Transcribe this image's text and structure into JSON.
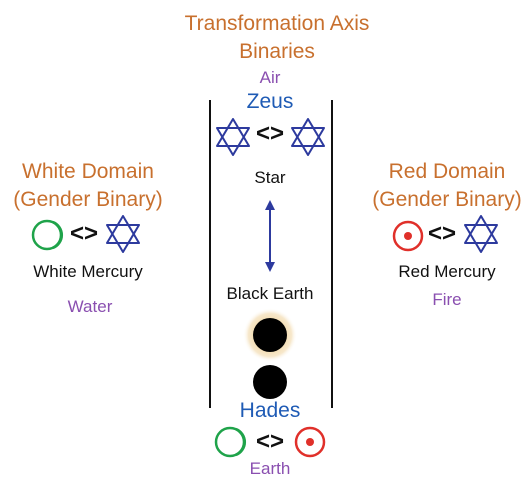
{
  "header": {
    "title_line1": "Transformation Axis",
    "title_line2": "Binaries"
  },
  "axis": {
    "top_element": "Air",
    "top_deity": "Zeus",
    "top_symbol_link": "<>",
    "star_label": "Star",
    "earth_label": "Black Earth",
    "bottom_deity": "Hades",
    "bottom_symbol_link": "<>",
    "bottom_element": "Earth"
  },
  "white_domain": {
    "title_line1": "White Domain",
    "title_line2": "(Gender Binary)",
    "symbol_link": "<>",
    "mercury_label": "White Mercury",
    "element": "Water"
  },
  "red_domain": {
    "title_line1": "Red Domain",
    "title_line2": "(Gender Binary)",
    "symbol_link": "<>",
    "mercury_label": "Red Mercury",
    "element": "Fire"
  },
  "colors": {
    "title_orange": "#c8702e",
    "element_purple": "#8a4fb0",
    "deity_blue": "#1f5bb5",
    "star_blue": "#2d3a9e",
    "white_moon_green": "#1fa34a",
    "red_sun": "#e0302a",
    "earth_glow": "#f3dcb0"
  },
  "icons": [
    "star-of-david-icon",
    "white-crescent-icon",
    "red-sun-icon",
    "black-earth-icon",
    "double-arrow-icon"
  ]
}
